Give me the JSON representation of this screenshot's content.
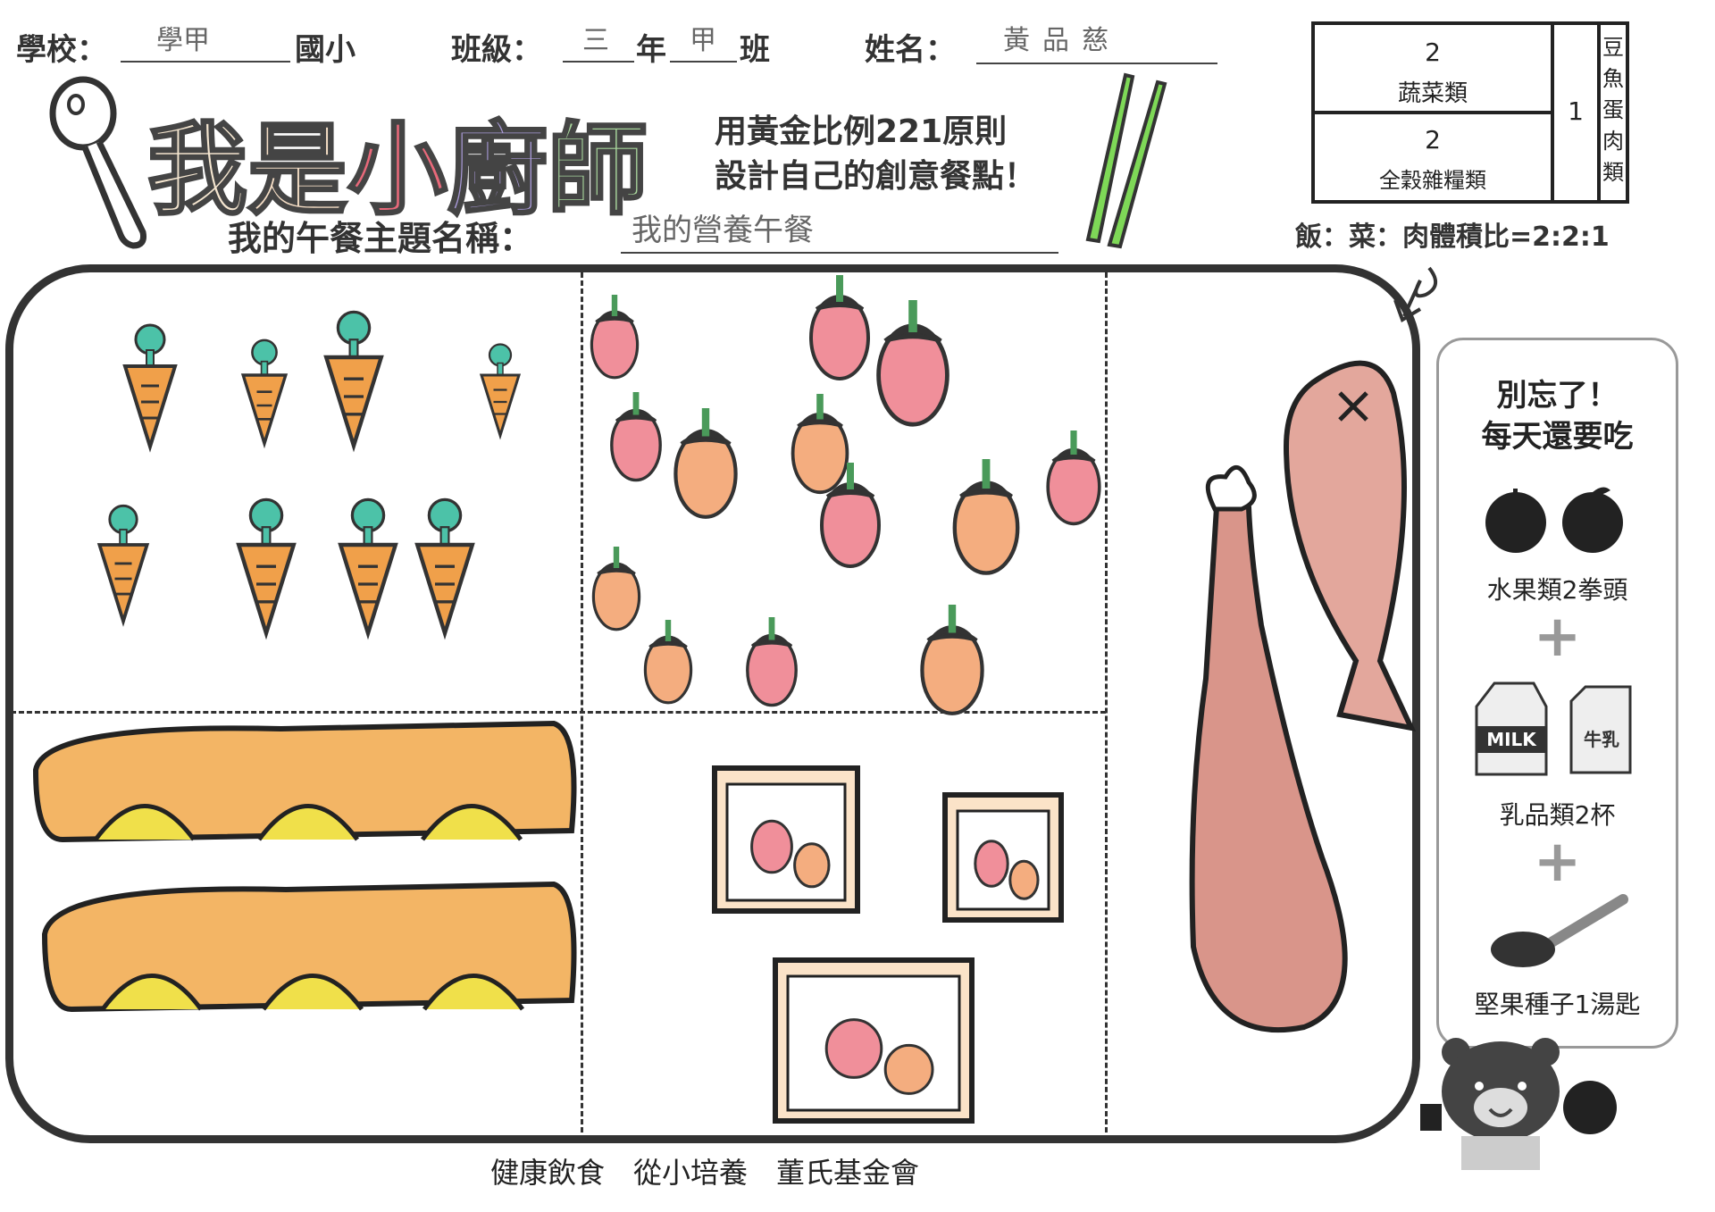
{
  "header": {
    "school_label": "學校：",
    "school_value": "學甲",
    "school_suffix": "國小",
    "class_label": "班級：",
    "grade_value": "三",
    "grade_suffix": "年",
    "class_value": "甲",
    "class_suffix": "班",
    "name_label": "姓名：",
    "name_value": "黃品慈"
  },
  "title": {
    "main": [
      "我",
      "是",
      "小",
      "廚",
      "師"
    ],
    "main_colors": [
      "#f5e6d0",
      "#f3dcc4",
      "#e8697a",
      "#a99ad8",
      "#a8d69c"
    ],
    "tagline_1": "用黃金比例221原則",
    "tagline_2": "設計自己的創意餐點！",
    "theme_label": "我的午餐主題名稱：",
    "theme_value": "我的營養午餐"
  },
  "ratio_box": {
    "veg_num": "2",
    "veg_label": "蔬菜類",
    "grain_num": "2",
    "grain_label": "全穀雜糧類",
    "protein_num": "1",
    "protein_label": [
      "豆",
      "魚",
      "蛋",
      "肉",
      "類"
    ],
    "formula": "飯：菜：肉體積比=2:2:1"
  },
  "reminder": {
    "title_1": "別忘了！",
    "title_2": "每天還要吃",
    "fruit": "水果類2拳頭",
    "dairy": "乳品類2杯",
    "nuts": "堅果種子1湯匙",
    "milk_1": "MILK",
    "milk_2": "牛乳",
    "plus": "+"
  },
  "footer": {
    "slogan": "健康飲食　從小培養　董氏基金會"
  },
  "colors": {
    "carrot": "#f0a04a",
    "leaf": "#4cc2a8",
    "strawberry_pink": "#f08f9a",
    "strawberry_orange": "#f4ad7f",
    "stem": "#4a9a5a",
    "bread": "#f3b565",
    "egg": "#f0e04a",
    "meat": "#d9958a",
    "fish": "#e3a79c"
  }
}
